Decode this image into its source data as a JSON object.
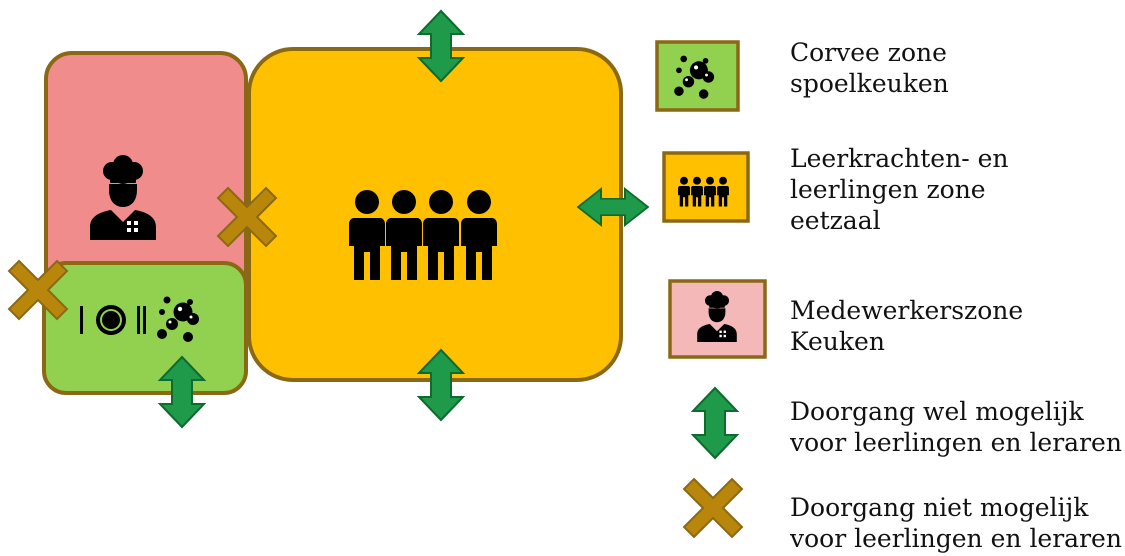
{
  "colors": {
    "kitchen_fill": "#f08c8c",
    "dining_fill": "#ffc000",
    "scullery_fill": "#92d050",
    "border": "#8b6914",
    "arrow_fill": "#1e9a4a",
    "arrow_stroke": "#0e6b2e",
    "cross_fill": "#b8860b",
    "cross_stroke": "#8b6914",
    "legend_kitchen_fill": "#f4b8b8",
    "icon": "#000000"
  },
  "icons": {
    "kitchen_zone": "chef-icon",
    "dining_zone": "people-group-icon",
    "scullery_zone": [
      "plate-cutlery-icon",
      "bubbles-icon"
    ],
    "passage_allowed": "double-arrow-icon",
    "passage_blocked": "cross-icon"
  },
  "legend": {
    "scullery": "Corvee zone\nspoelkeuken",
    "dining": "Leerkrachten- en\nleerlingen zone\neetzaal",
    "kitchen": "Medewerkerszone\nKeuken",
    "passage_allowed": "Doorgang wel mogelijk\nvoor leerlingen en leraren",
    "passage_blocked": "Doorgang niet mogelijk\nvoor leerlingen en leraren"
  }
}
